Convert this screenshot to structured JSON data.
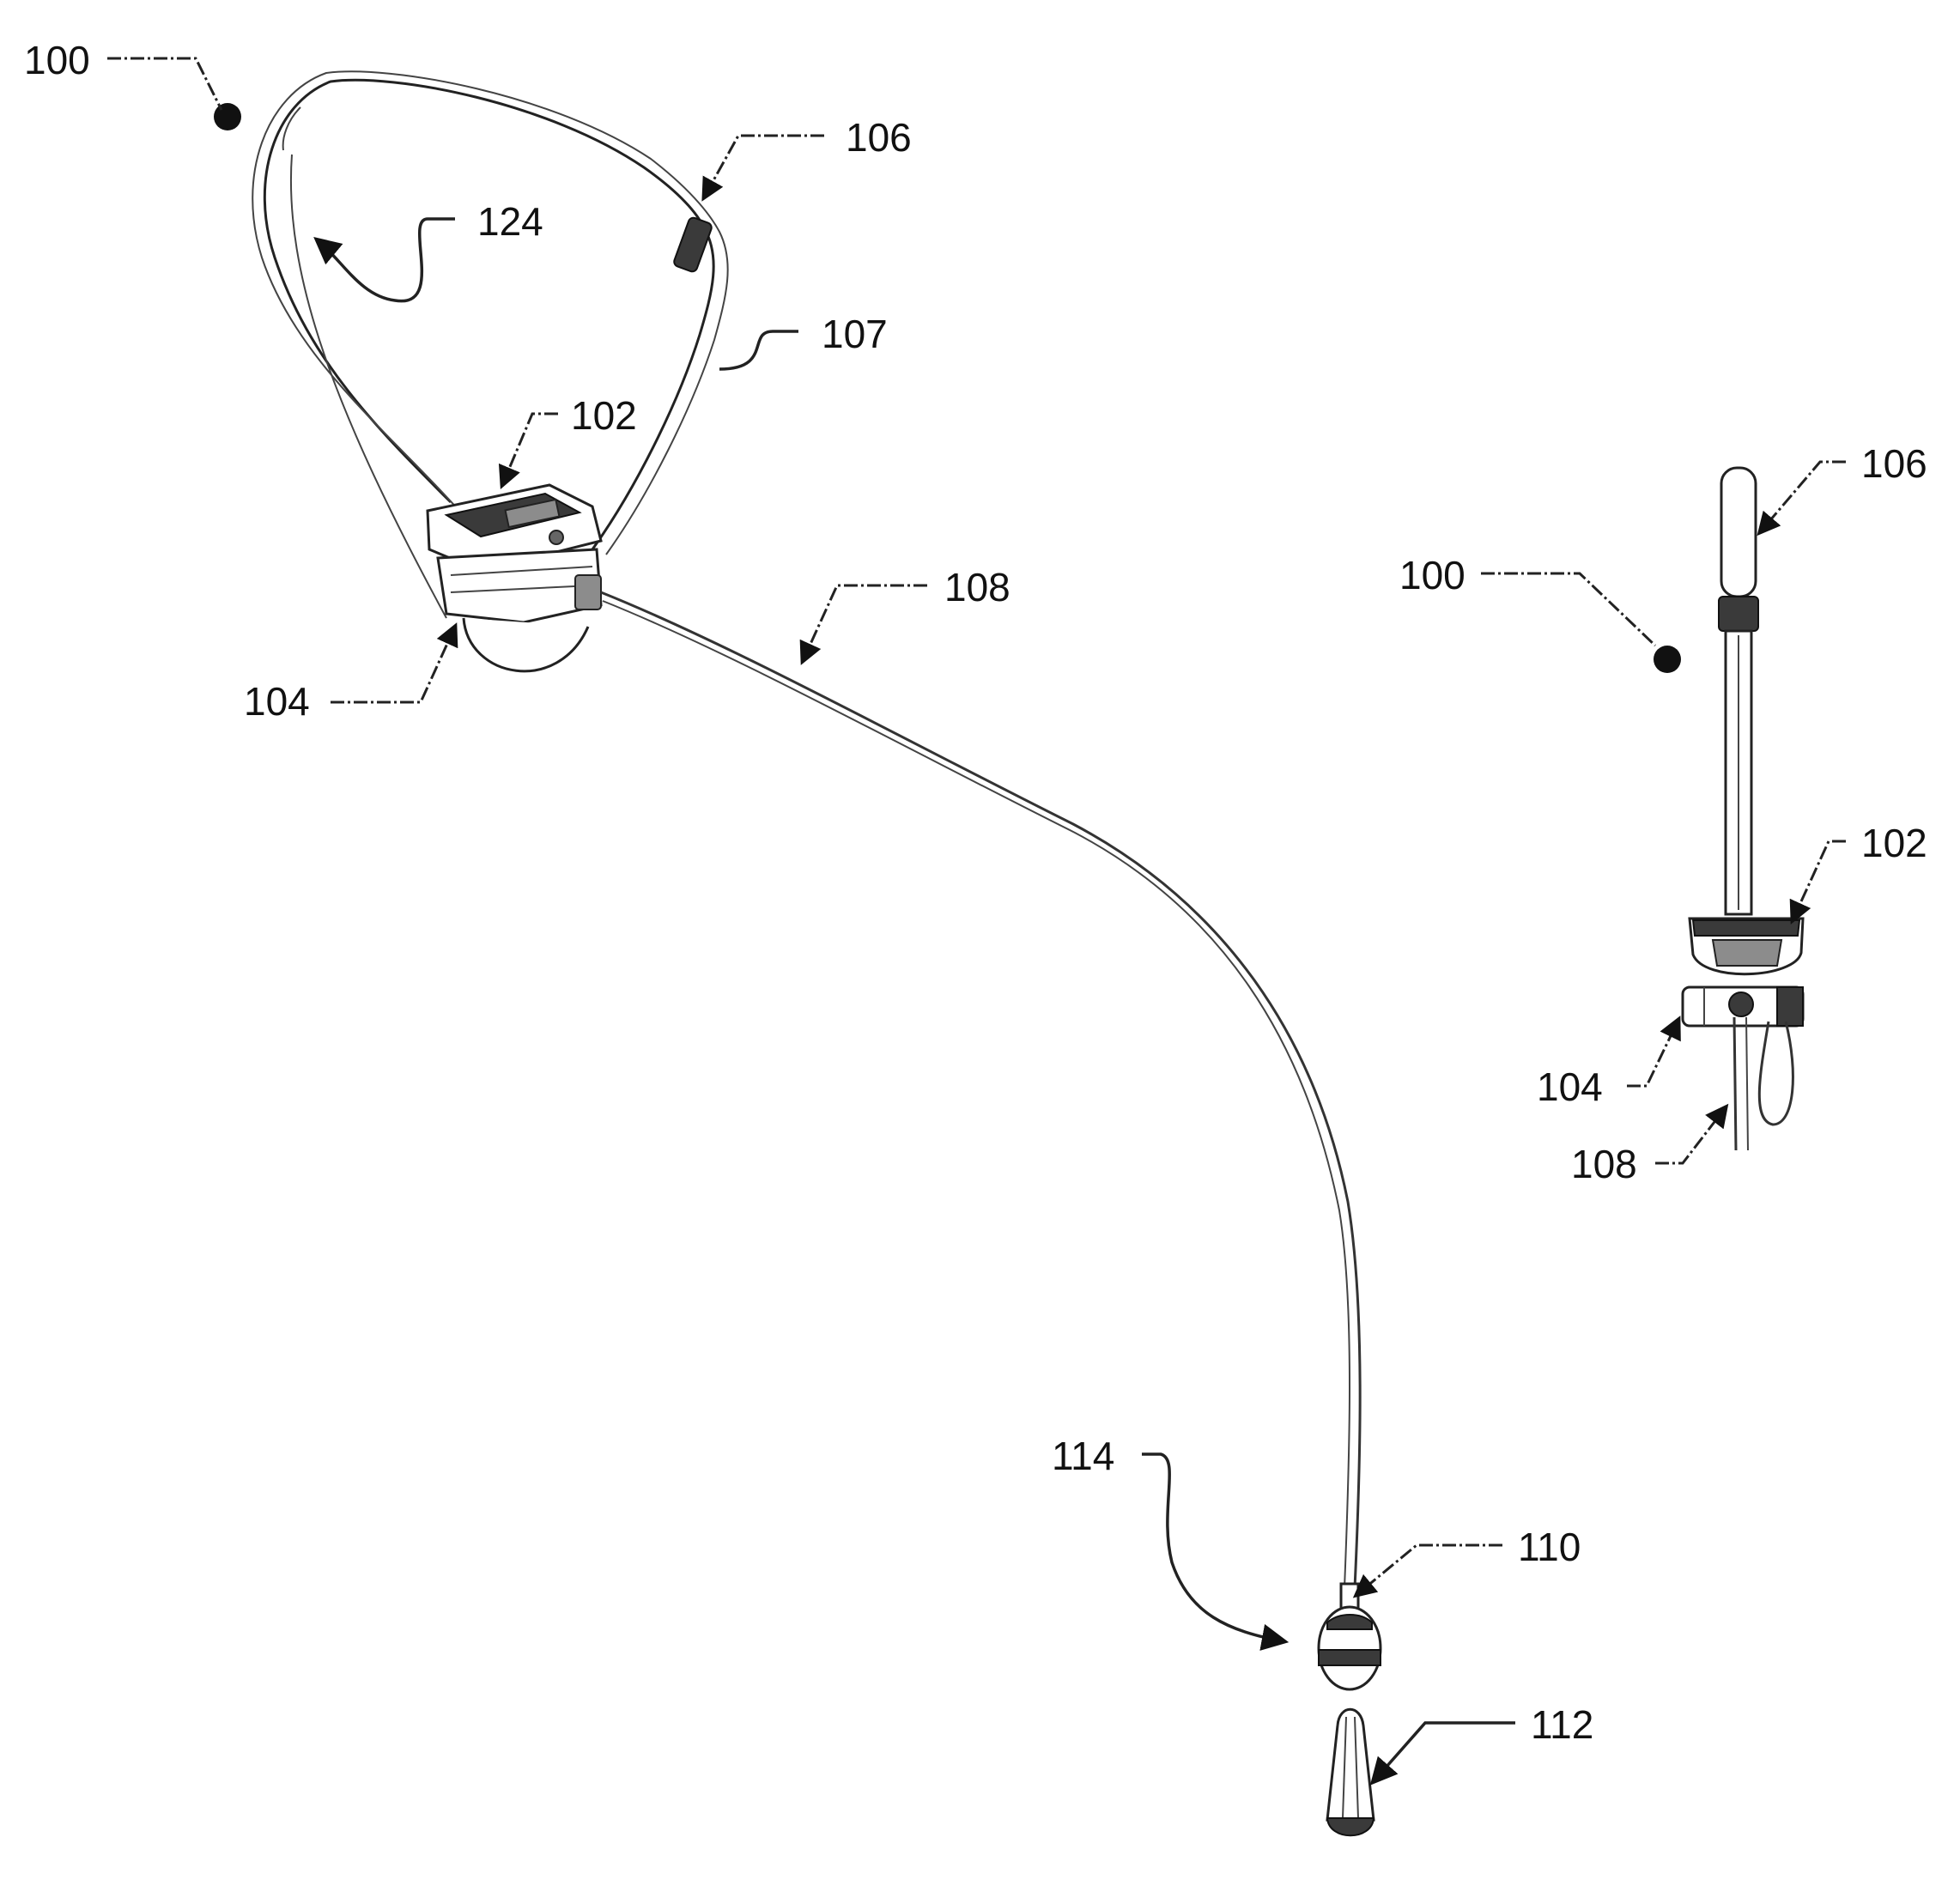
{
  "figure": {
    "reference_numerals": {
      "assembly_main": "100",
      "assembly_side": "100",
      "strap_main": "106",
      "strap_side": "106",
      "loop_opening": "124",
      "strap_tube": "107",
      "control_unit_main": "102",
      "control_unit_side": "102",
      "housing_main": "104",
      "housing_side": "104",
      "cable_main": "108",
      "cable_side": "108",
      "connector": "110",
      "probe_tip": "112",
      "sensor_assembly": "114"
    },
    "colors": {
      "ink": "#111111",
      "background": "#ffffff",
      "dark_fill": "#3a3a3a",
      "grey_fill": "#8c8c8c"
    }
  }
}
